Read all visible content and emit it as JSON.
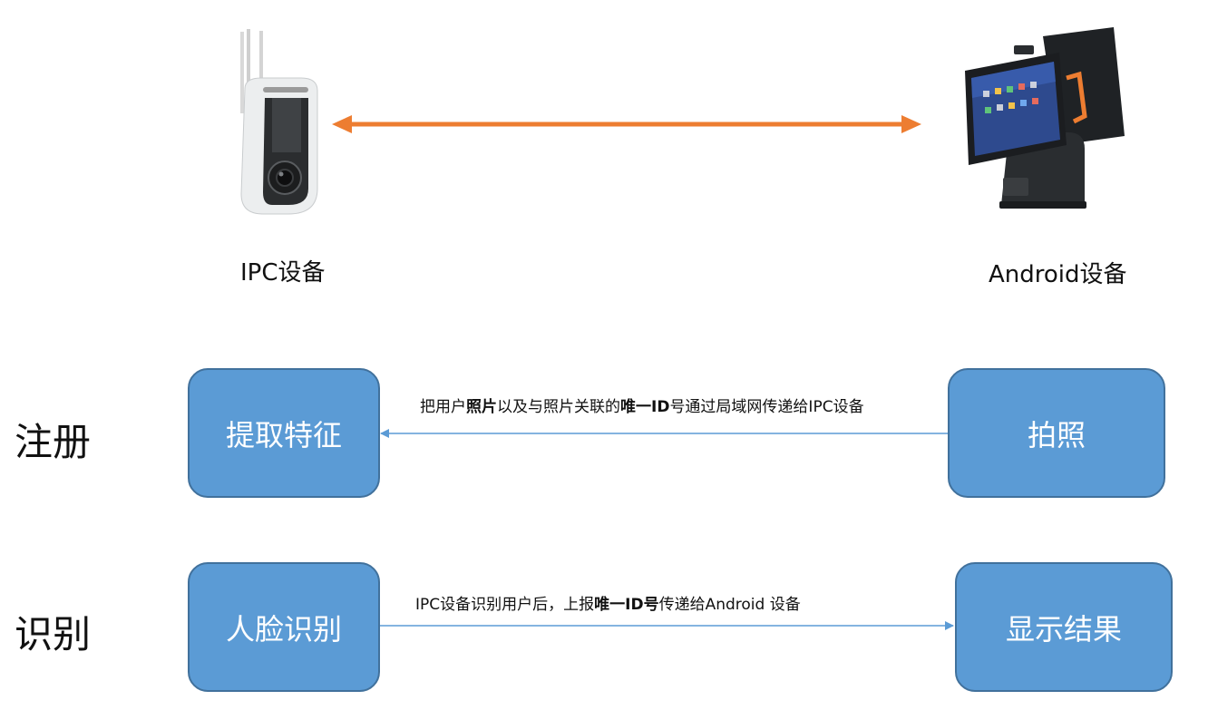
{
  "devices": {
    "ipc_label": "IPC设备",
    "android_label": "Android设备"
  },
  "rows": {
    "register": {
      "label": "注册",
      "left_box": "提取特征",
      "right_box": "拍照",
      "message": {
        "p1": "把用户",
        "b1": "照片",
        "p2": "以及与照片关联的",
        "b2": "唯一ID",
        "p3": "号通过局域网传递给IPC设备"
      }
    },
    "recognize": {
      "label": "识别",
      "left_box": "人脸识别",
      "right_box": "显示结果",
      "message": {
        "p1": "IPC设备识别用户后，上报",
        "b1": "唯一ID号",
        "p2": "传递给Android 设备"
      }
    }
  },
  "colors": {
    "box_fill": "#5b9bd5",
    "box_border": "#41719c",
    "connection_arrow": "#ed7d31",
    "flow_arrow": "#5b9bd5"
  }
}
